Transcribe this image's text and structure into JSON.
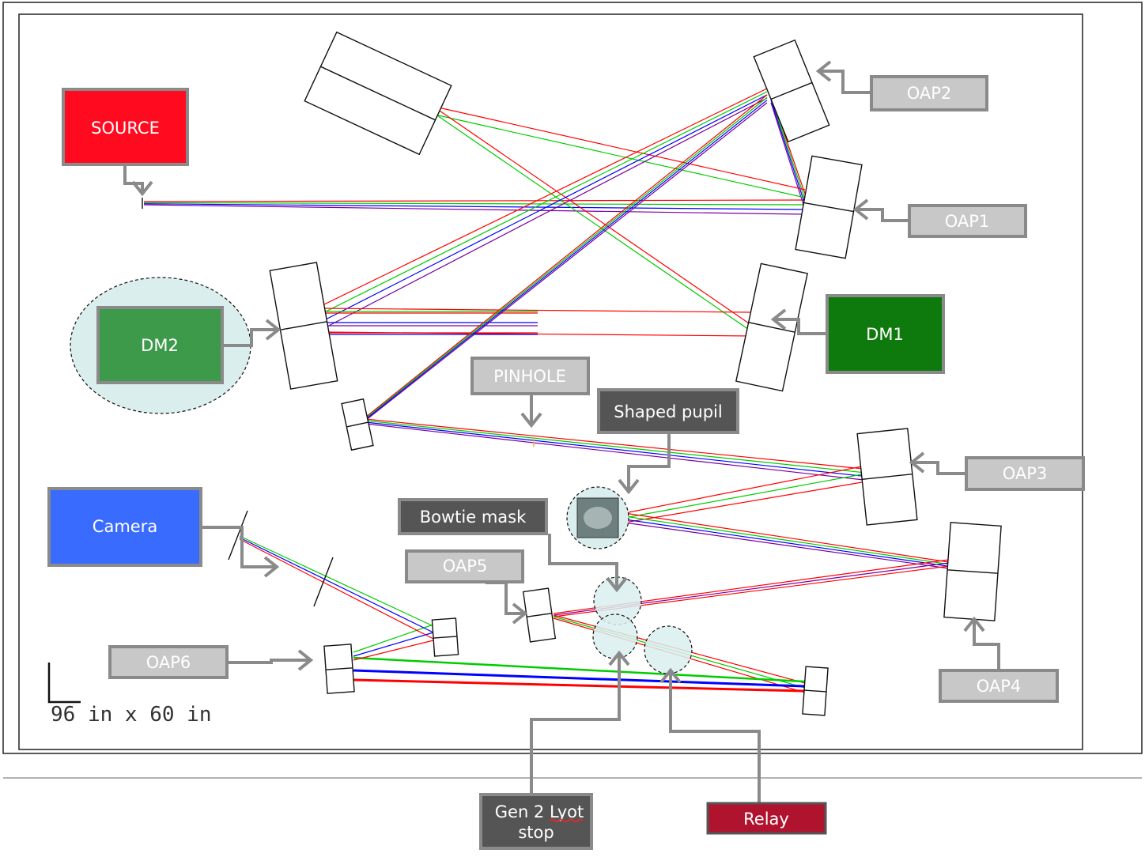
{
  "labels": {
    "source": "SOURCE",
    "oap1": "OAP1",
    "oap2": "OAP2",
    "oap3": "OAP3",
    "oap4": "OAP4",
    "oap5": "OAP5",
    "oap6": "OAP6",
    "dm1": "DM1",
    "dm2": "DM2",
    "pinhole": "PINHOLE",
    "shaped_pupil": "Shaped pupil",
    "bowtie_mask": "Bowtie mask",
    "camera": "Camera",
    "lyot_line1": "Gen 2 Lyot",
    "lyot_line2": "stop",
    "relay": "Relay"
  },
  "scale_text": "96 in x 60 in",
  "colors": {
    "source": "#ff0a1e",
    "dm1": "#0e7a0e",
    "dm2": "#3d9a4b",
    "camera": "#3a6bff",
    "light_gray": "#c8c8c8",
    "dark_gray": "#555555",
    "relay": "#b0132e",
    "arrow": "#8a8a8a",
    "beam_red": "#ff0000",
    "beam_green": "#00cc00",
    "beam_blue": "#0000ff",
    "beam_purple": "#7a00a0"
  }
}
